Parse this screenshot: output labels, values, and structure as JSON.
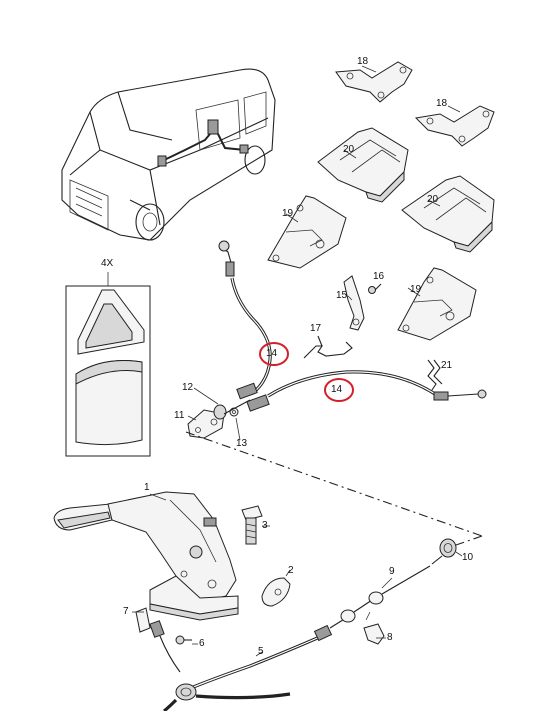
{
  "labels": {
    "qty_4x": "4X",
    "p1": "1",
    "p2": "2",
    "p3": "3",
    "p5": "5",
    "p6": "6",
    "p7": "7",
    "p8": "8",
    "p9": "9",
    "p10": "10",
    "p11": "11",
    "p12": "12",
    "p13": "13",
    "p14_left": "14",
    "p14_right": "14",
    "p15": "15",
    "p16": "16",
    "p17": "17",
    "p18_a": "18",
    "p18_b": "18",
    "p19_a": "19",
    "p19_b": "19",
    "p20_a": "20",
    "p20_b": "20",
    "p21": "21"
  },
  "highlight_color": "#d4202a"
}
